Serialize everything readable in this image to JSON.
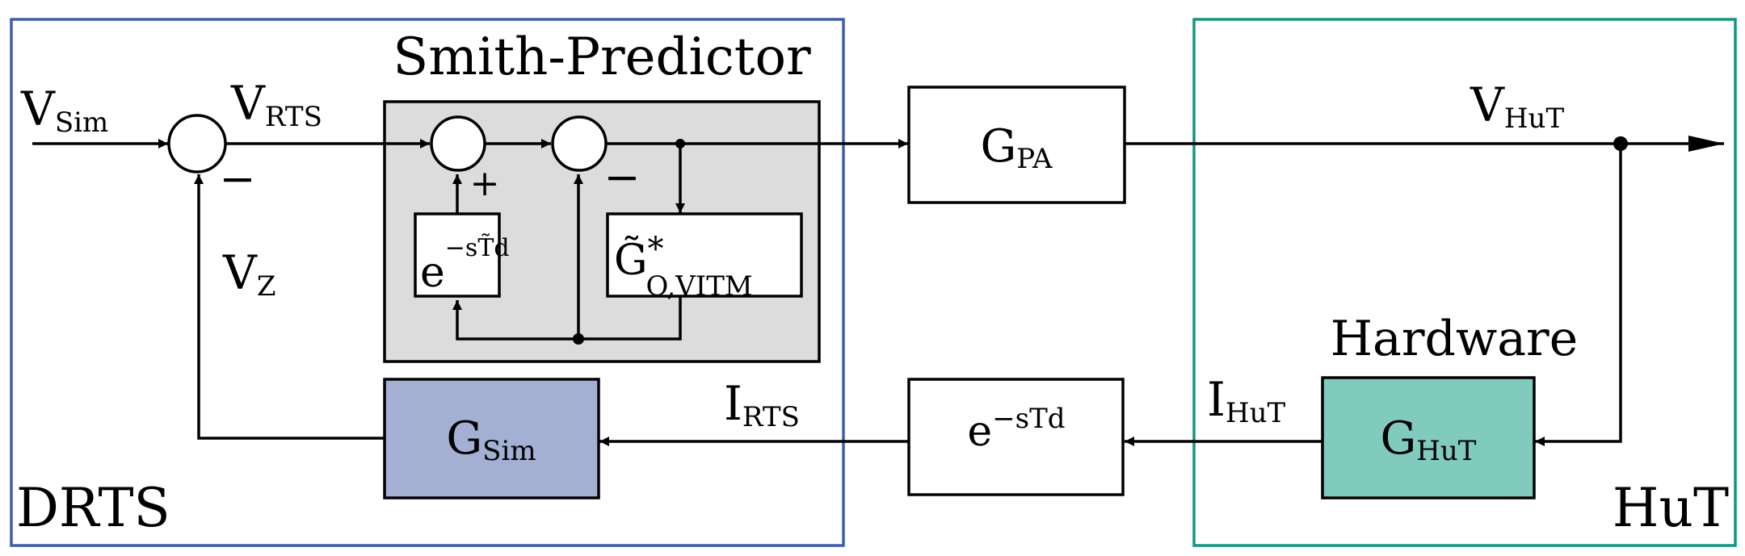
{
  "colors": {
    "drts": "#3f5ea6",
    "hut": "#139580",
    "smith_fill": "#dcdcdc",
    "g_sim_fill": "#a3b0d4",
    "g_hut_fill": "#80cbbe",
    "block_fill": "#ffffff",
    "line": "#000000"
  },
  "frames": {
    "drts_label": "DRTS",
    "hut_label": "HuT",
    "smith_title": "Smith-Predictor",
    "hardware_title": "Hardware"
  },
  "signals": {
    "v_sim": {
      "main": "V",
      "sub": "Sim"
    },
    "v_rts": {
      "main": "V",
      "sub": "RTS"
    },
    "v_z": {
      "main": "V",
      "sub": "Z"
    },
    "v_hut": {
      "main": "V",
      "sub": "HuT"
    },
    "i_rts": {
      "main": "I",
      "sub": "RTS"
    },
    "i_hut": {
      "main": "I",
      "sub": "HuT"
    }
  },
  "blocks": {
    "g_pa": {
      "main": "G",
      "sub": "PA"
    },
    "g_sim": {
      "main": "G",
      "sub": "Sim"
    },
    "g_hut": {
      "main": "G",
      "sub": "HuT"
    },
    "delay": {
      "base": "e",
      "exp": "−sTd"
    },
    "delay_est": {
      "base": "e",
      "exp": "−sT̃d"
    },
    "model": {
      "main": "G̃",
      "sup": "*",
      "sub": "O,VITM"
    }
  },
  "signs": {
    "minus": "−",
    "plus": "+"
  },
  "icons": {
    "summing_junction": "circle",
    "branch_point": "filled-dot",
    "arrow": "filled-arrowhead"
  }
}
